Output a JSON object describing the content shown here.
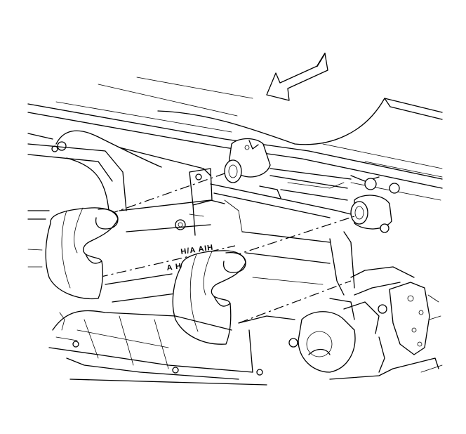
{
  "diagram": {
    "arrow": {
      "direction": "left-down"
    },
    "ducts": [
      {
        "id": "left-duct"
      },
      {
        "id": "right-duct"
      }
    ],
    "housing_markings": [
      {
        "id": "stencil-upper",
        "text": "H/A AIH"
      },
      {
        "id": "stencil-lower",
        "text": "A H/A"
      }
    ],
    "colors": {
      "ink": "#000000",
      "paper": "#ffffff"
    }
  }
}
